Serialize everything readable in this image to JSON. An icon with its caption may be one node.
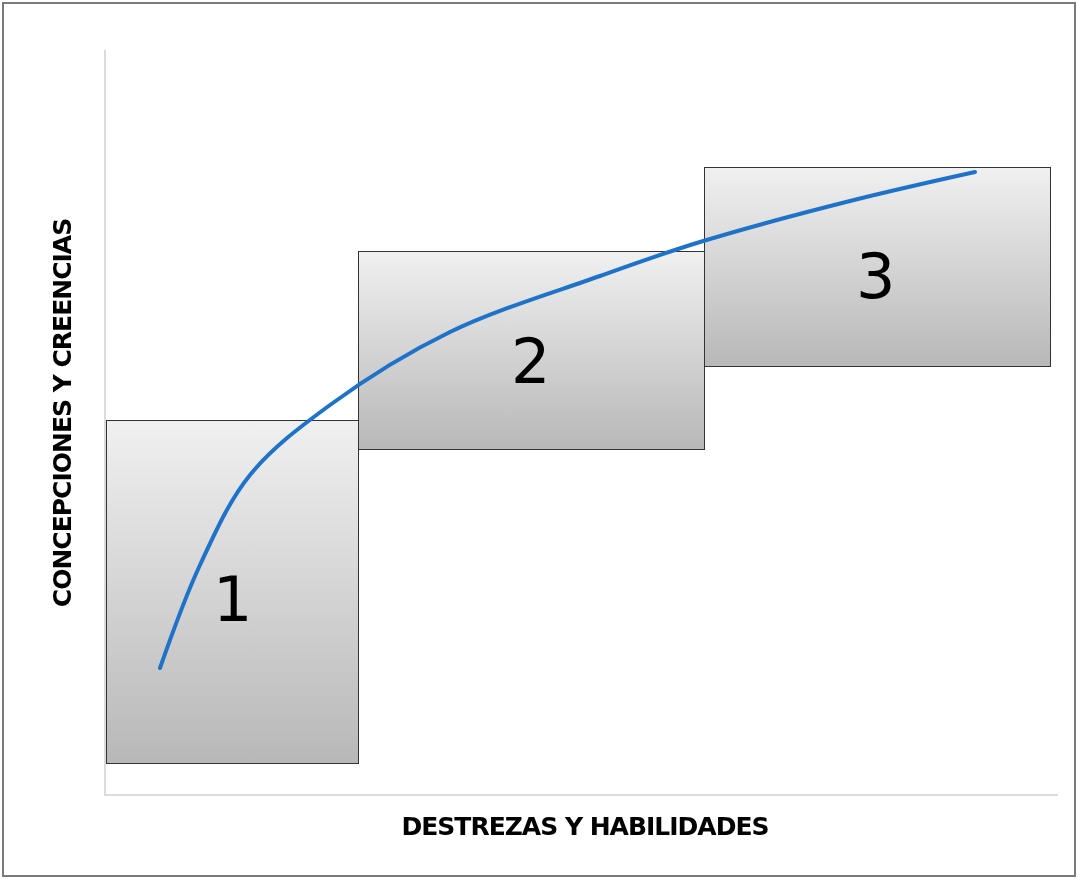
{
  "diagram": {
    "nodes": [
      {
        "text": [
          "1"
        ]
      },
      {
        "text": [
          "2"
        ]
      },
      {
        "text": [
          "3"
        ]
      }
    ],
    "labels": [
      "CONCEPCIONES Y CREENCIAS",
      "DESTREZAS Y HABILIDADES"
    ]
  }
}
